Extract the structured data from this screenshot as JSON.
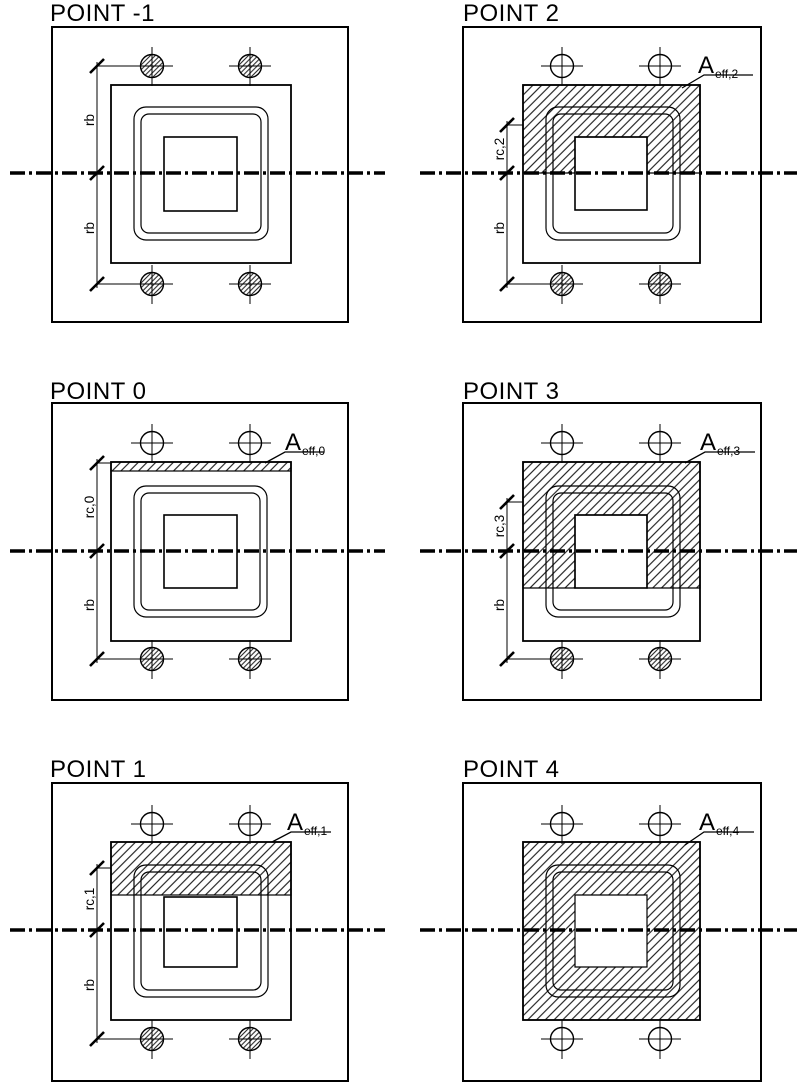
{
  "document": {
    "background_color": "#ffffff",
    "line_color": "#000000"
  },
  "panels": [
    {
      "id": "point-minus-1",
      "title": "POINT -1",
      "dim_top_label": "rb",
      "dim_bottom_label": "rb"
    },
    {
      "id": "point-2",
      "title": "POINT 2",
      "dim_top_label": "rc,2",
      "dim_bottom_label": "rb",
      "area_label": {
        "base": "A",
        "subscript": "eff,2"
      }
    },
    {
      "id": "point-0",
      "title": "POINT 0",
      "dim_top_label": "rc,0",
      "dim_bottom_label": "rb",
      "area_label": {
        "base": "A",
        "subscript": "eff,0"
      }
    },
    {
      "id": "point-3",
      "title": "POINT 3",
      "dim_top_label": "rc,3",
      "dim_bottom_label": "rb",
      "area_label": {
        "base": "A",
        "subscript": "eff,3"
      }
    },
    {
      "id": "point-1",
      "title": "POINT 1",
      "dim_top_label": "rc,1",
      "dim_bottom_label": "rb",
      "area_label": {
        "base": "A",
        "subscript": "eff,1"
      }
    },
    {
      "id": "point-4",
      "title": "POINT 4",
      "area_label": {
        "base": "A",
        "subscript": "eff,4"
      }
    }
  ]
}
